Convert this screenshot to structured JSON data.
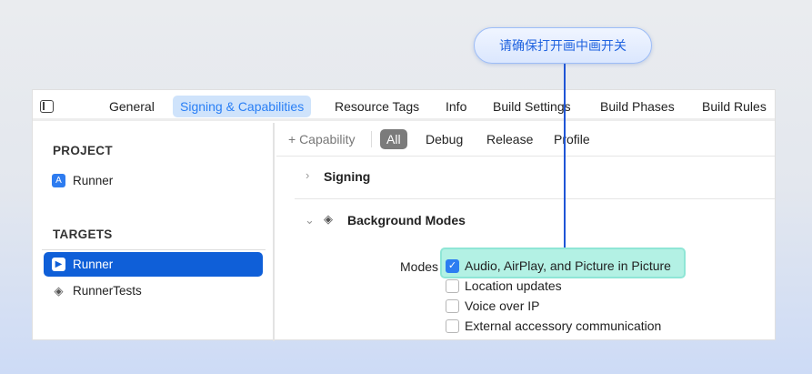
{
  "callout": {
    "text": "请确保打开画中画开关"
  },
  "tabs": [
    "General",
    "Signing & Capabilities",
    "Resource Tags",
    "Info",
    "Build Settings",
    "Build Phases",
    "Build Rules"
  ],
  "sidebar": {
    "project_label": "PROJECT",
    "project_items": [
      "Runner"
    ],
    "targets_label": "TARGETS",
    "target_items": [
      "Runner",
      "RunnerTests"
    ]
  },
  "filters": {
    "capability": "+ Capability",
    "items": [
      "All",
      "Debug",
      "Release",
      "Profile"
    ]
  },
  "sections": {
    "signing": "Signing",
    "background": "Background Modes"
  },
  "modes": {
    "label": "Modes",
    "options": [
      {
        "label": "Audio, AirPlay, and Picture in Picture",
        "checked": true
      },
      {
        "label": "Location updates",
        "checked": false
      },
      {
        "label": "Voice over IP",
        "checked": false
      },
      {
        "label": "External accessory communication",
        "checked": false
      }
    ]
  }
}
